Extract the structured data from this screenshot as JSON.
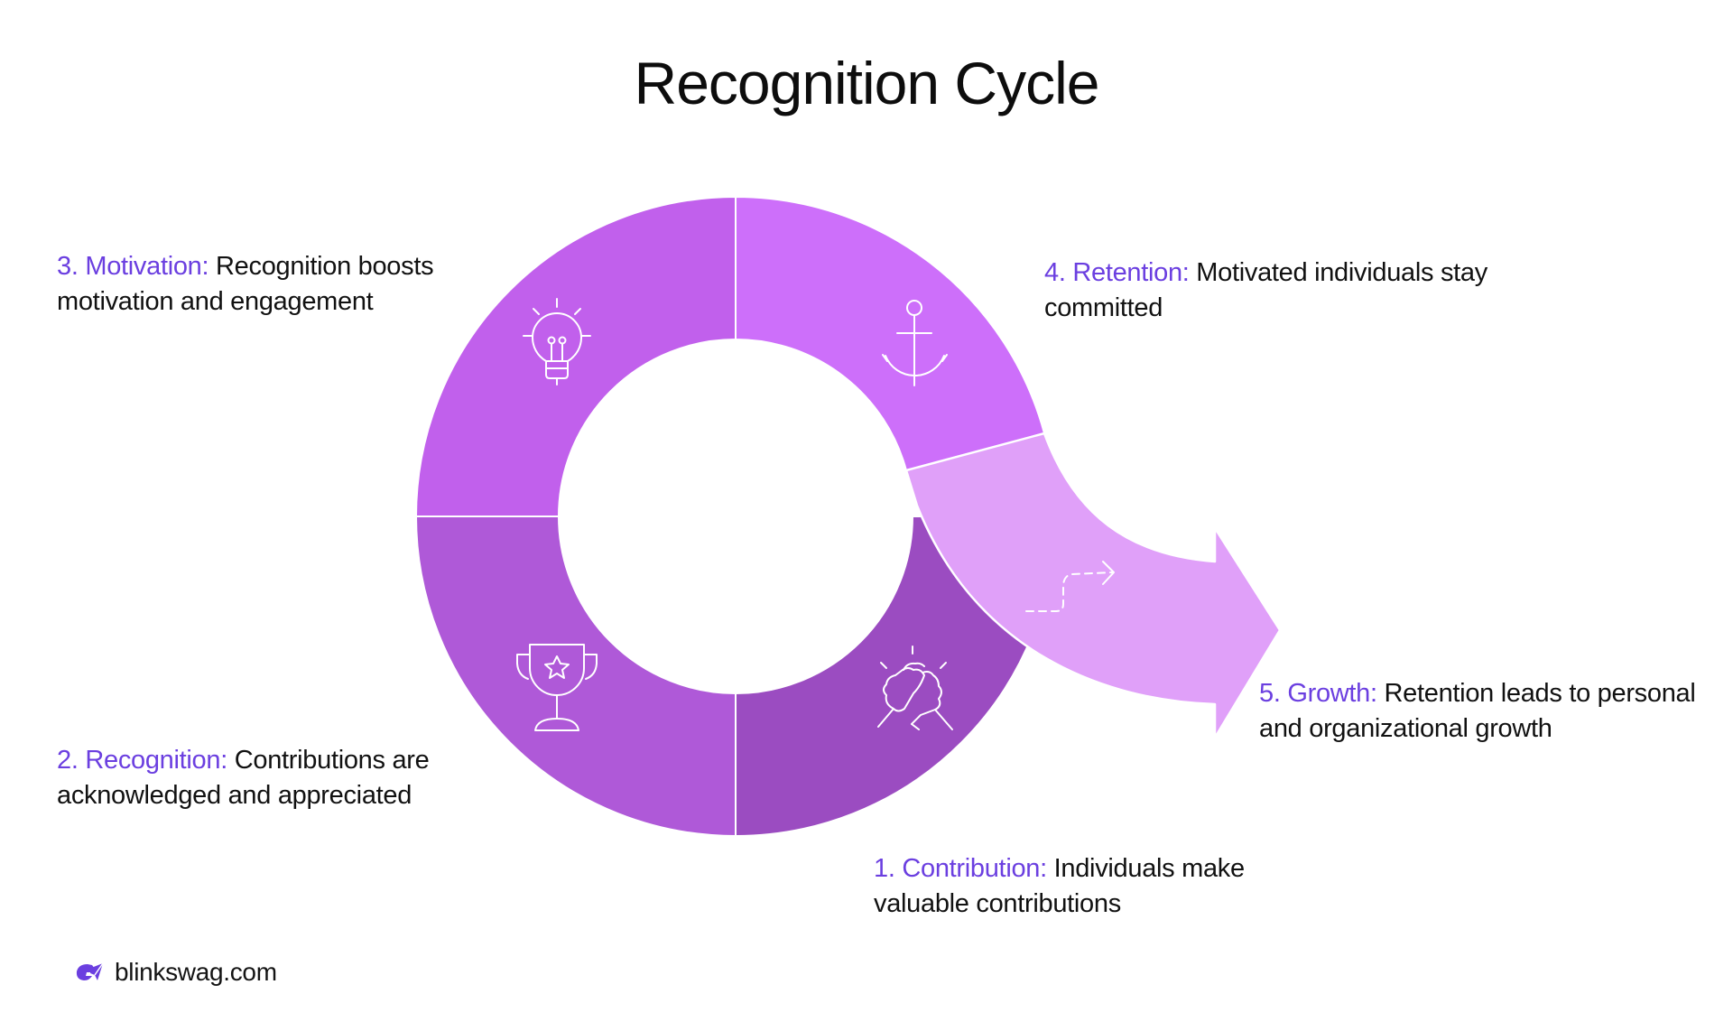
{
  "title": "Recognition Cycle",
  "colors": {
    "accent": "#6B3FE0",
    "segment_contribution": "#9B4CC1",
    "segment_recognition": "#AF59D8",
    "segment_motivation": "#C160EC",
    "segment_retention": "#CD6FFA",
    "segment_growth": "#E0A0F9",
    "icon_stroke": "#FFFFFF"
  },
  "steps": [
    {
      "number": "1.",
      "name": "Contribution:",
      "text": "Individuals make valuable contributions",
      "icon": "handshake-icon"
    },
    {
      "number": "2.",
      "name": "Recognition:",
      "text": "Contributions are acknowledged and appreciated",
      "icon": "trophy-icon"
    },
    {
      "number": "3.",
      "name": "Motivation:",
      "text": "Recognition boosts motivation and engagement",
      "icon": "lightbulb-icon"
    },
    {
      "number": "4.",
      "name": "Retention:",
      "text": "Motivated individuals stay committed",
      "icon": "anchor-icon"
    },
    {
      "number": "5.",
      "name": "Growth:",
      "text": "Retention leads to personal and organizational growth",
      "icon": "growth-path-arrow-icon"
    }
  ],
  "labels": {
    "step1_head": "1. Contribution:",
    "step1_body": " Individuals make valuable contributions",
    "step2_head": "2. Recognition:",
    "step2_body": " Contributions are acknowledged and appreciated",
    "step3_head": "3. Motivation:",
    "step3_body": " Recognition boosts motivation and engagement",
    "step4_head": "4. Retention:",
    "step4_body": " Motivated individuals stay committed",
    "step5_head": "5. Growth:",
    "step5_body": " Retention leads to personal and organizational growth"
  },
  "footer": {
    "brand": "blinkswag.com",
    "logo_icon": "blinkswag-logo-icon"
  }
}
